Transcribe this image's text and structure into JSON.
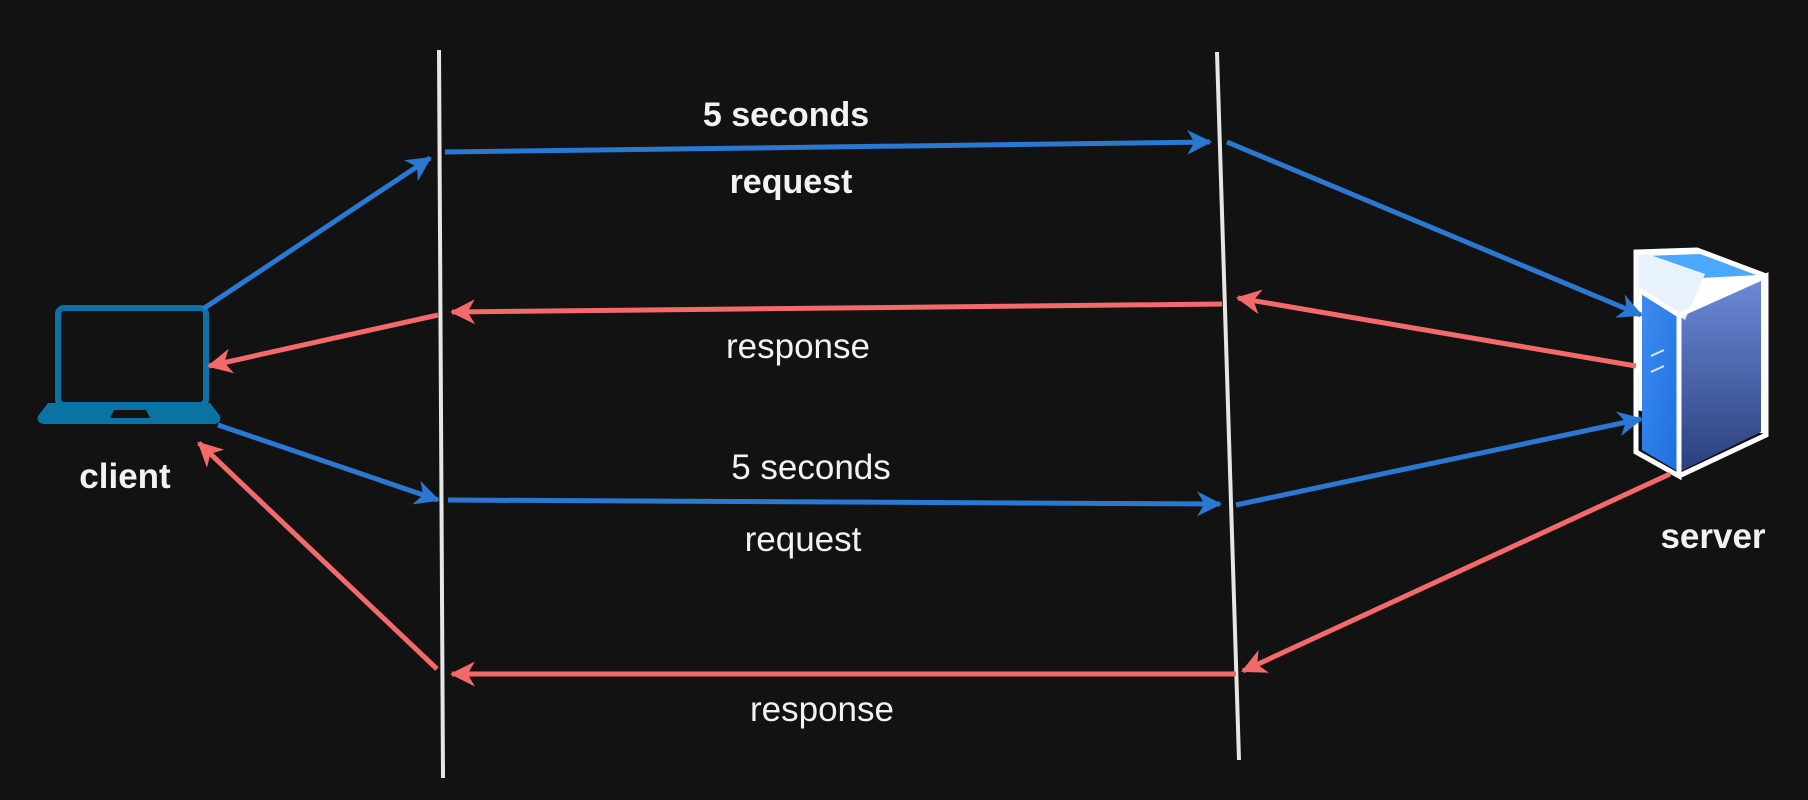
{
  "client": {
    "label": "client",
    "icon": "laptop-icon"
  },
  "server": {
    "label": "server",
    "icon": "server-tower-icon"
  },
  "colors": {
    "background": "#121212",
    "request_arrow": "#2a78d2",
    "response_arrow": "#f46a6a",
    "divider": "#e6e6e6",
    "laptop": "#0a73a3",
    "text": "#f2f2f2"
  },
  "exchanges": [
    {
      "delay_label": "5 seconds",
      "request_label": "request",
      "response_label": "response",
      "bold": true
    },
    {
      "delay_label": "5 seconds",
      "request_label": "request",
      "response_label": "response",
      "bold": false
    }
  ]
}
